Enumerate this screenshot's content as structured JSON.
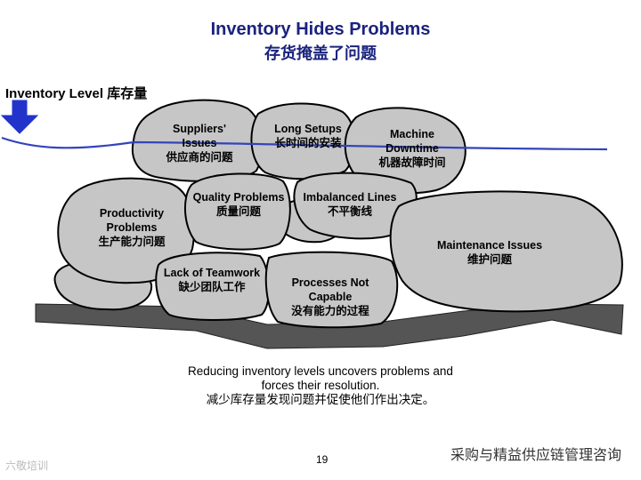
{
  "title_en": "Inventory Hides Problems",
  "title_zh": "存货掩盖了问题",
  "inventory_level_label": "Inventory Level  库存量",
  "rocks": {
    "suppliers": {
      "en1": "Suppliers'",
      "en2": "Issues",
      "zh": "供应商的问题"
    },
    "setups": {
      "en1": "Long Setups",
      "zh": "长时间的安装"
    },
    "downtime": {
      "en1": "Machine",
      "en2": "Downtime",
      "zh": "机器故障时间"
    },
    "productivity": {
      "en1": "Productivity",
      "en2": "Problems",
      "zh": "生产能力问题"
    },
    "quality": {
      "en1": "Quality Problems",
      "zh": "质量问题"
    },
    "imbalanced": {
      "en1": "Imbalanced Lines",
      "zh": "不平衡线"
    },
    "maintenance": {
      "en1": "Maintenance Issues",
      "zh": "维护问题"
    },
    "teamwork": {
      "en1": "Lack of Teamwork",
      "zh": "缺少团队工作"
    },
    "processes": {
      "en1": "Processes Not",
      "en2": "Capable",
      "zh": "没有能力的过程"
    }
  },
  "caption": {
    "line1": "Reducing inventory levels uncovers problems and",
    "line2": "forces their resolution.",
    "line3": "减少库存量发现问题并促使他们作出决定。"
  },
  "page_number": "19",
  "watermark_right": "采购与精益供应链管理咨询",
  "watermark_left": "六敬培训",
  "colors": {
    "title": "#1a237e",
    "arrow": "#2233cc",
    "water_line": "#3344bb",
    "rock": "#c6c6c6",
    "ground": "#555555"
  }
}
